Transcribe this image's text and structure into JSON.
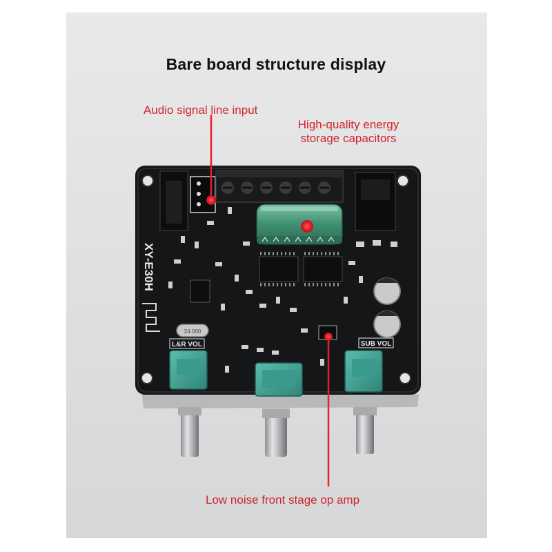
{
  "title": "Bare board structure display",
  "callouts": {
    "audio_input": "Audio signal line input",
    "capacitors_line1": "High-quality energy",
    "capacitors_line2": "storage capacitors",
    "op_amp": "Low noise front stage op amp"
  },
  "board_markings": {
    "model": "XY-E30H",
    "lr_vol": "L&R VOL",
    "sub_vol": "SUB VOL",
    "crystal": "24.000"
  },
  "colors": {
    "callout_text": "#d0242b",
    "callout_marker": "#e8202a",
    "pcb": "#151617",
    "potentiometer": "#47a89a"
  }
}
